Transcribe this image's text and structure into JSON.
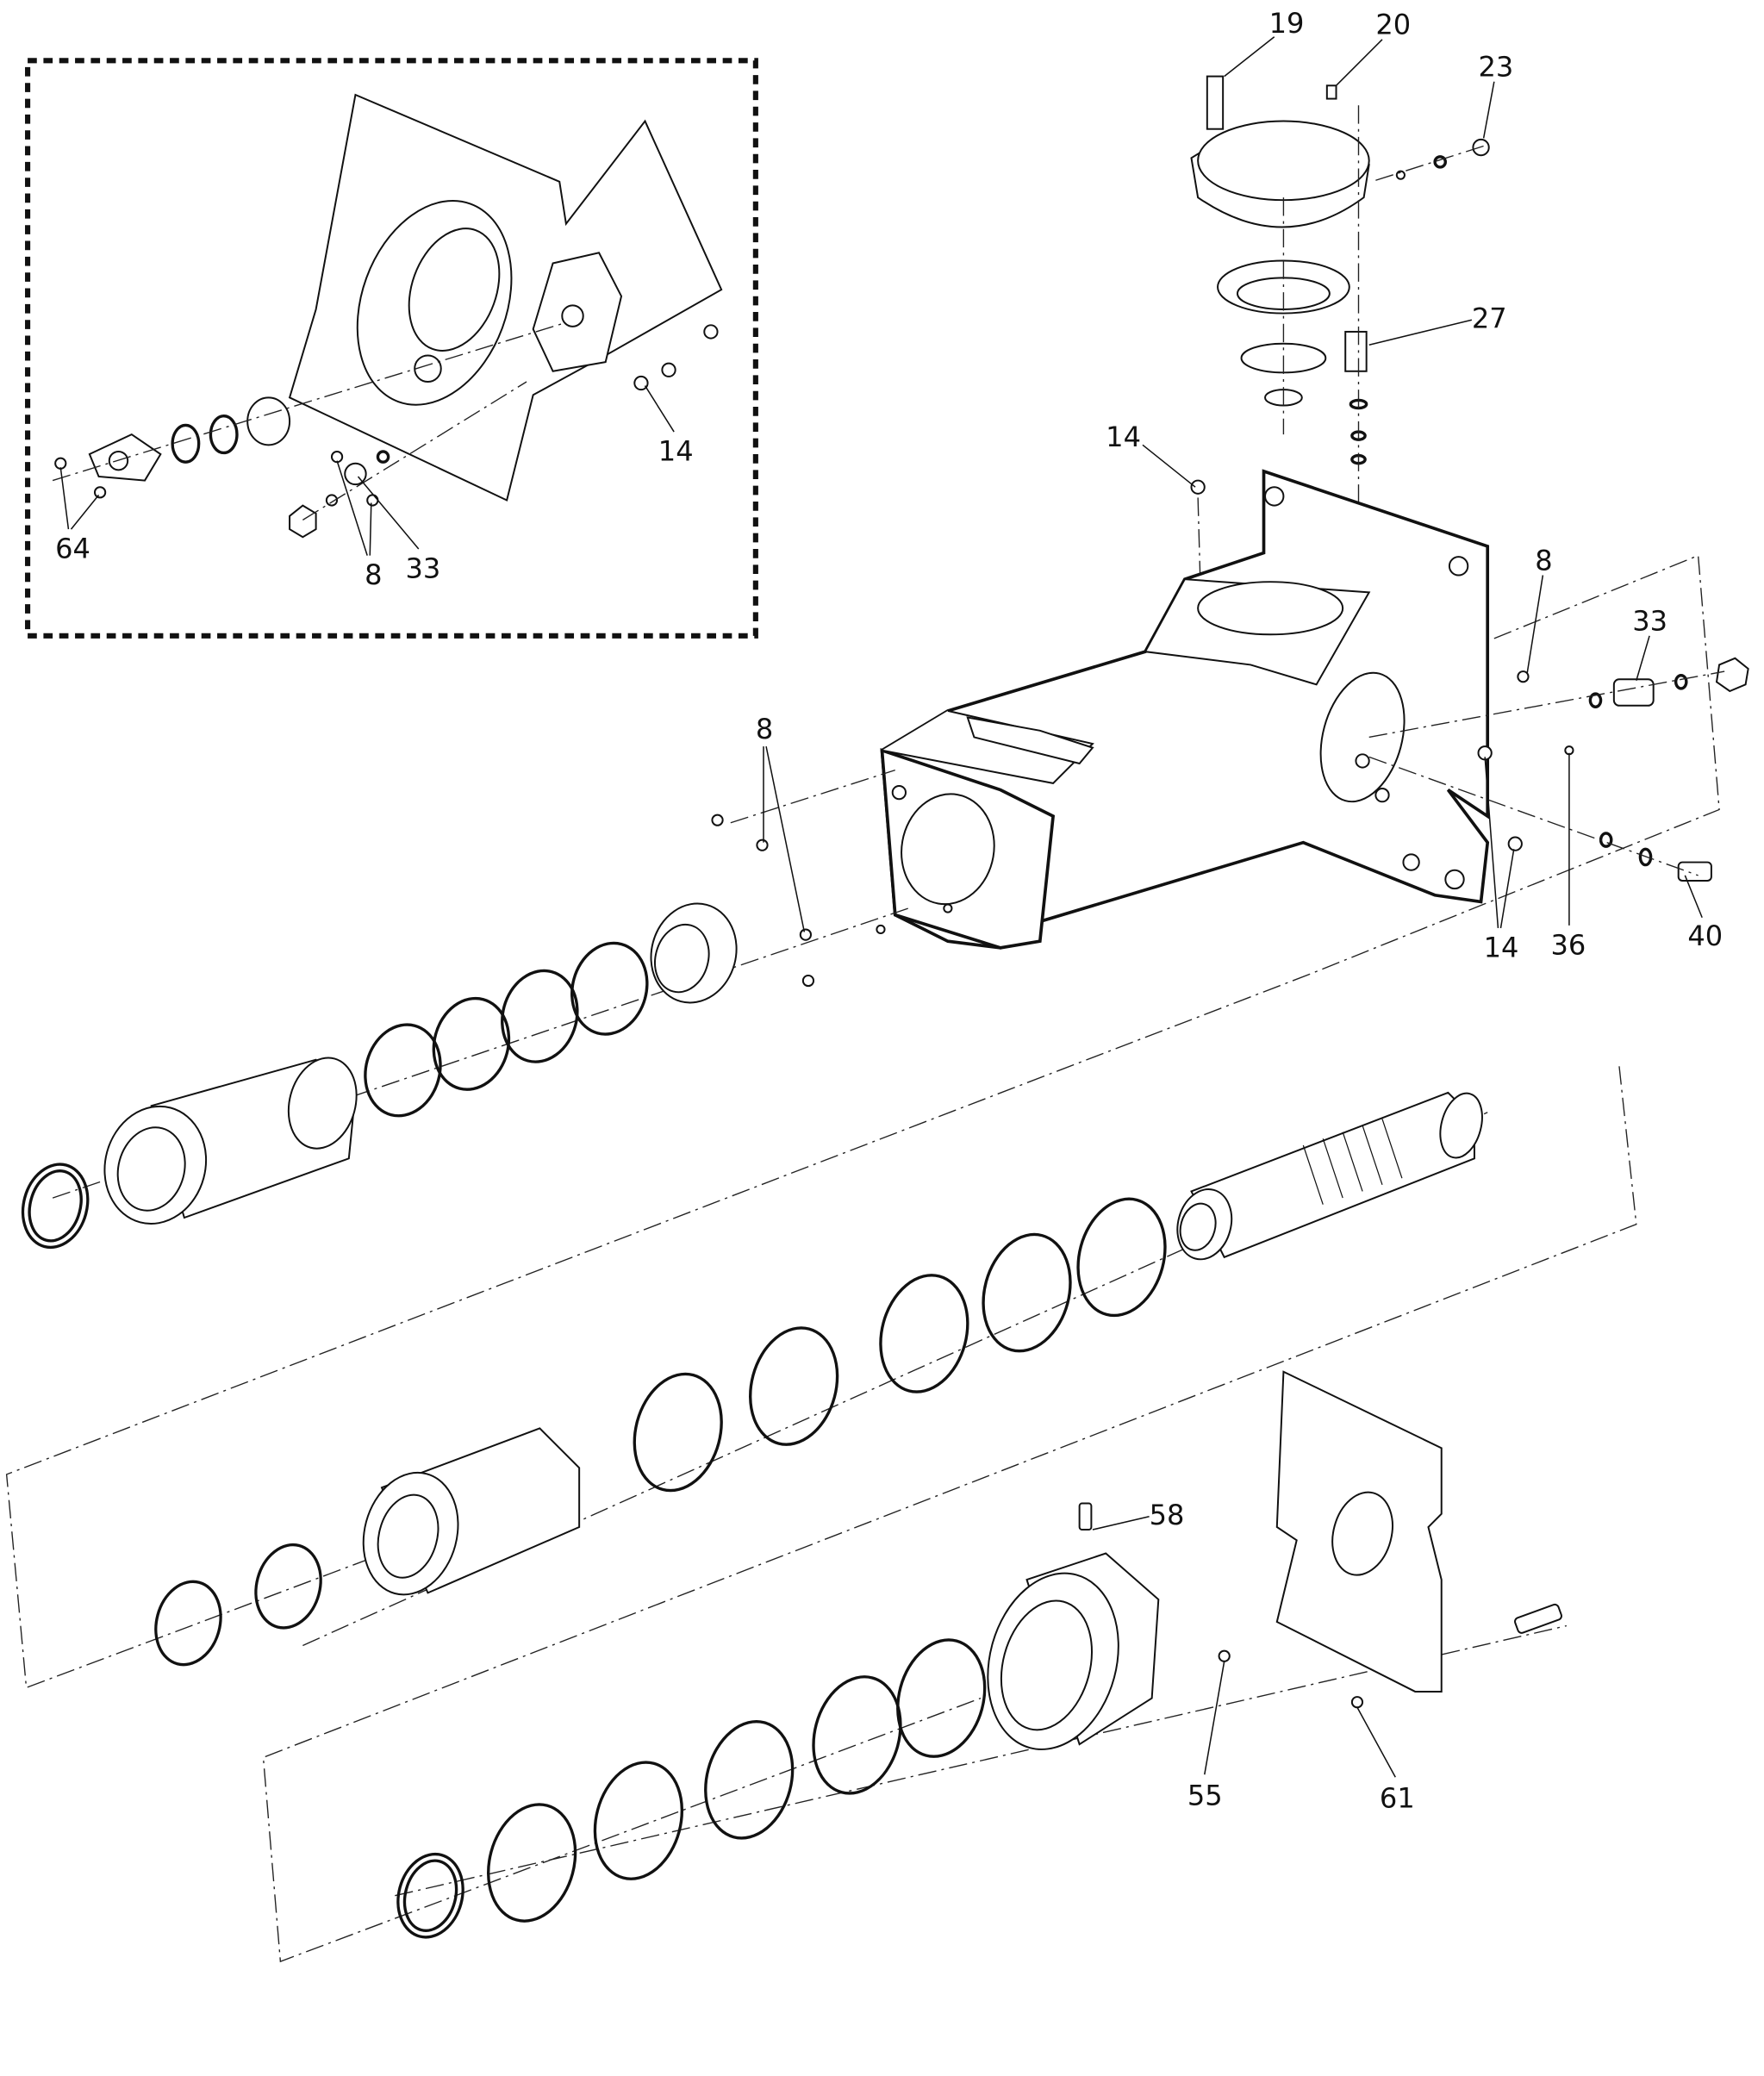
{
  "diagram": {
    "type": "exploded-parts-view",
    "callouts": {
      "c19": "19",
      "c20": "20",
      "c23": "23",
      "c27": "27",
      "c14_top": "14",
      "c8_right": "8",
      "c33_right": "33",
      "c14_right": "14",
      "c36": "36",
      "c40": "40",
      "c8_mid": "8",
      "c14_inset": "14",
      "c64": "64",
      "c8_inset": "8",
      "c33_inset": "33",
      "c58": "58",
      "c55": "55",
      "c61": "61"
    }
  }
}
